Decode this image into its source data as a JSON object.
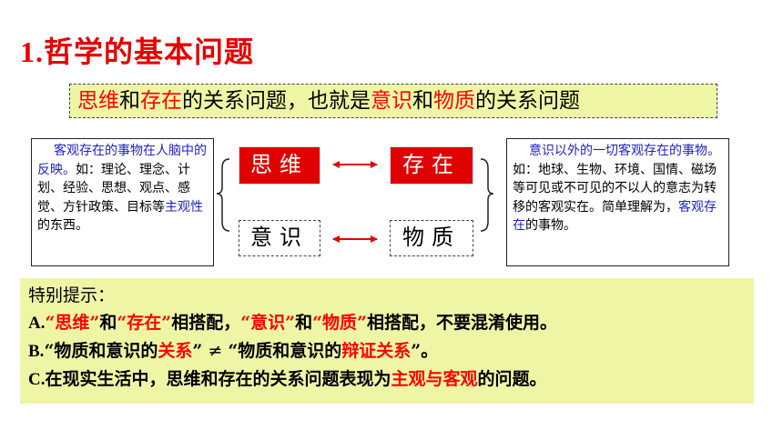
{
  "title": {
    "number": "1.",
    "text": "哲学的基本问题"
  },
  "subtitle": {
    "p1": "思维",
    "p2": "和",
    "p3": "存在",
    "p4": "的关系问题，也就是",
    "p5": "意识",
    "p6": "和",
    "p7": "物质",
    "p8": "的关系问题"
  },
  "left_box": {
    "p1": "客观存在的事物在人脑中的反映。",
    "p2": "如：理论、理念、计划、经验、思想、观点、感觉、方针政策、目标等",
    "p3": "主观性",
    "p4": "的东西。"
  },
  "right_box": {
    "p1": "意识以外的一切客观存在的事物。",
    "p2": "如：地球、生物、环境、国情、磁场等可见或不可见的不以人的意志为转移的客观实在。简单理解为，",
    "p3": "客观存在",
    "p4": "的事物。"
  },
  "concepts": {
    "thinking": "思维",
    "existence": "存在",
    "consciousness": "意识",
    "matter": "物质"
  },
  "notes": {
    "heading": "特别提示：",
    "a": {
      "label": "A.",
      "q1": "“思维”",
      "t1": "和",
      "q2": "“存在”",
      "t2": "相搭配，",
      "q3": "“意识”",
      "t3": "和",
      "q4": "“物质”",
      "t4": "相搭配，不要混淆使用。"
    },
    "b": {
      "label": "B.",
      "t1": "“物质和意识的",
      "r1": "关系",
      "t2": "”",
      "neq": " ≠ ",
      "t3": "“物质和意识的",
      "r2": "辩证关系",
      "t4": "”。"
    },
    "c": {
      "label": "C.",
      "t1": "在现实生活中，思维和存在的关系问题表现为",
      "r1": "主观与客观",
      "t2": "的问题。"
    }
  },
  "colors": {
    "red": "#ff0000",
    "blue": "#1f1fc8",
    "highlight": "#eef6a6",
    "box_red": "#e00000"
  }
}
